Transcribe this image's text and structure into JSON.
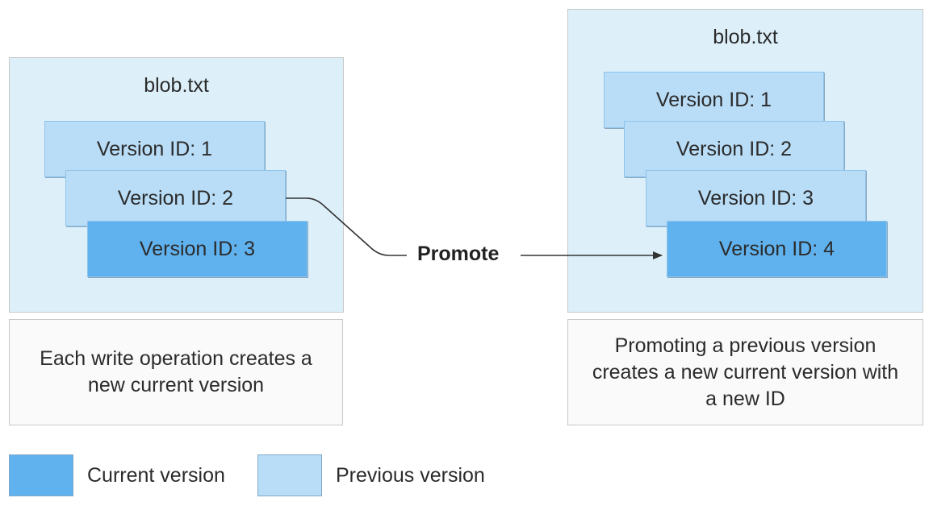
{
  "colors": {
    "panel_bg": "#ddf0fa",
    "current": "#60b2ef",
    "previous": "#b9ddf7",
    "caption_bg": "#fafafa",
    "connector": "#333333"
  },
  "left": {
    "title": "blob.txt",
    "versions": [
      "Version ID: 1",
      "Version ID: 2",
      "Version ID: 3"
    ],
    "caption": "Each write operation creates a new current version"
  },
  "right": {
    "title": "blob.txt",
    "versions": [
      "Version ID: 1",
      "Version ID: 2",
      "Version ID: 3",
      "Version ID: 4"
    ],
    "caption": "Promoting a previous version creates a new current version with a new ID"
  },
  "connector": {
    "label": "Promote"
  },
  "legend": {
    "current": "Current version",
    "previous": "Previous version"
  }
}
